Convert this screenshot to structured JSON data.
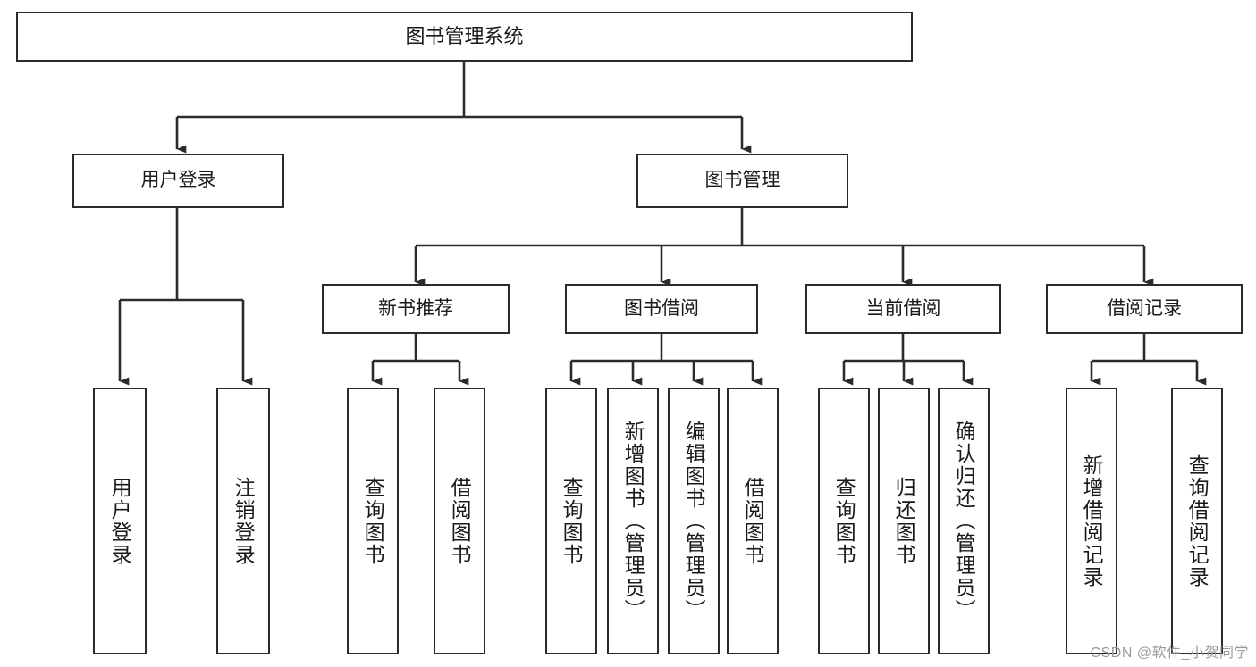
{
  "diagram": {
    "title": "图书管理系统",
    "type": "tree",
    "orientation": "top-down",
    "watermark": "CSDN @软件_小贺同学",
    "colors": {
      "box_border": "#2b2b2b",
      "box_fill": "#ffffff",
      "connector": "#2b2b2b",
      "text": "#1a1a1a",
      "watermark": "#9a9a9a",
      "background": "#ffffff"
    },
    "levels": {
      "root": {
        "label": "图书管理系统"
      },
      "level1": [
        {
          "id": "user-login",
          "label": "用户登录"
        },
        {
          "id": "book-management",
          "label": "图书管理"
        }
      ],
      "level2": [
        {
          "id": "new-book-recommend",
          "label": "新书推荐",
          "parent": "book-management"
        },
        {
          "id": "book-borrow",
          "label": "图书借阅",
          "parent": "book-management"
        },
        {
          "id": "current-borrow",
          "label": "当前借阅",
          "parent": "book-management"
        },
        {
          "id": "borrow-record",
          "label": "借阅记录",
          "parent": "book-management"
        }
      ],
      "leaves": [
        {
          "id": "leaf-user-login",
          "label": "用户登录",
          "parent": "user-login"
        },
        {
          "id": "leaf-logout-login",
          "label": "注销登录",
          "parent": "user-login"
        },
        {
          "id": "leaf-query-book-1",
          "label": "查询图书",
          "parent": "new-book-recommend"
        },
        {
          "id": "leaf-borrow-book-1",
          "label": "借阅图书",
          "parent": "new-book-recommend"
        },
        {
          "id": "leaf-query-book-2",
          "label": "查询图书",
          "parent": "book-borrow"
        },
        {
          "id": "leaf-add-book",
          "label": "新增图书（管理员）",
          "parent": "book-borrow"
        },
        {
          "id": "leaf-edit-book",
          "label": "编辑图书（管理员）",
          "parent": "book-borrow"
        },
        {
          "id": "leaf-borrow-book-2",
          "label": "借阅图书",
          "parent": "book-borrow"
        },
        {
          "id": "leaf-query-book-3",
          "label": "查询图书",
          "parent": "current-borrow"
        },
        {
          "id": "leaf-return-book",
          "label": "归还图书",
          "parent": "current-borrow"
        },
        {
          "id": "leaf-confirm-return",
          "label": "确认归还（管理员）",
          "parent": "current-borrow"
        },
        {
          "id": "leaf-add-record",
          "label": "新增借阅记录",
          "parent": "borrow-record"
        },
        {
          "id": "leaf-query-record",
          "label": "查询借阅记录",
          "parent": "borrow-record"
        }
      ]
    }
  }
}
